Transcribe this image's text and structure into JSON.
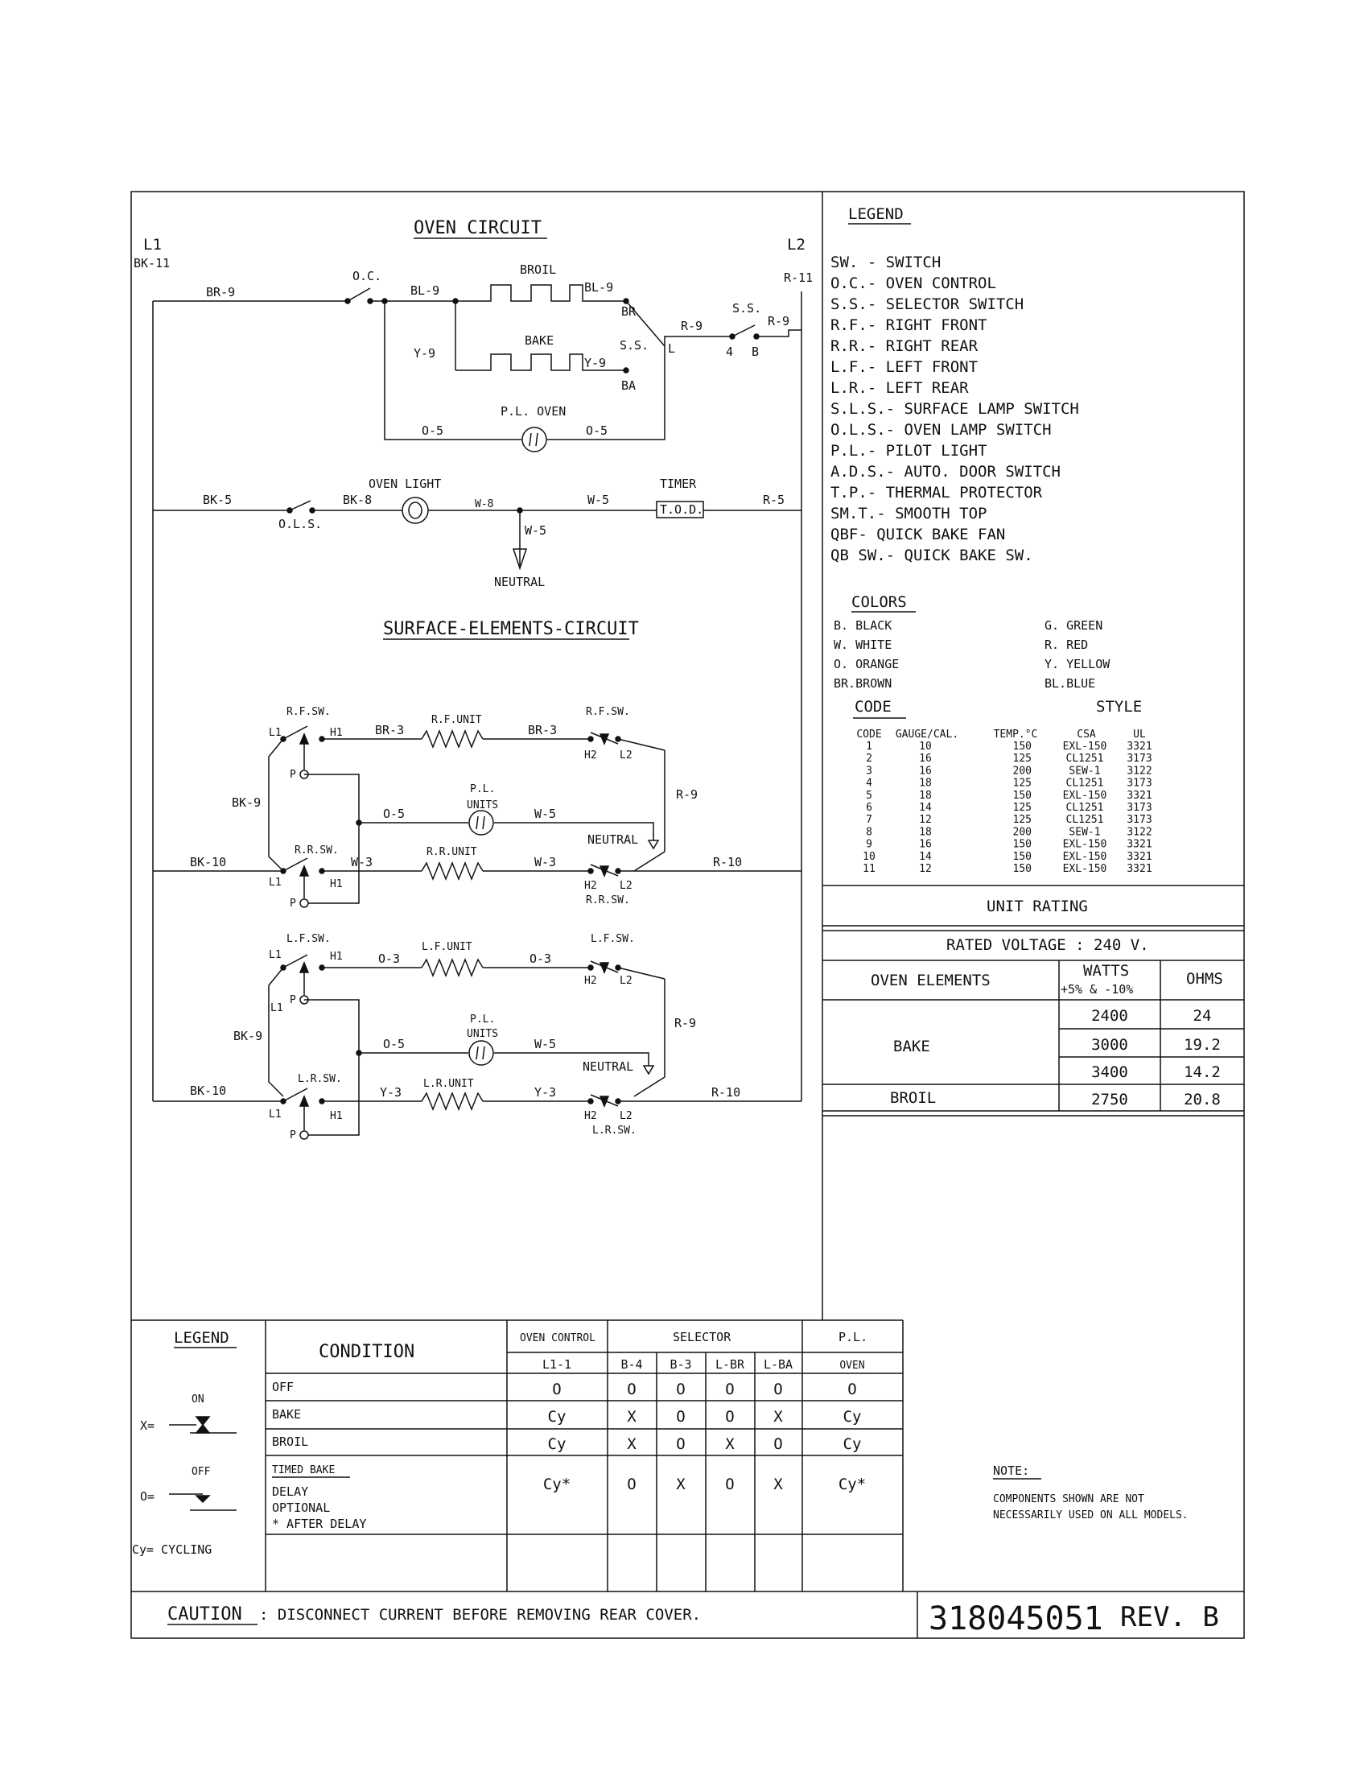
{
  "oven_circuit": {
    "title": "OVEN CIRCUIT",
    "l1": "L1",
    "l2": "L2",
    "bk11": "BK-11",
    "r11": "R-11",
    "br9": "BR-9",
    "oc": "O.C.",
    "bl9a": "BL-9",
    "broil": "BROIL",
    "bl9b": "BL-9",
    "br": "BR",
    "bake": "BAKE",
    "y9a": "Y-9",
    "y9b": "Y-9",
    "ba": "BA",
    "ss_small": "S.S.",
    "ss_l": "L",
    "ss": "S.S.",
    "r9a": "R-9",
    "r9b": "R-9",
    "four": "4",
    "b": "B",
    "pl_oven": "P.L. OVEN",
    "o5a": "O-5",
    "o5b": "O-5",
    "bk5": "BK-5",
    "ols": "O.L.S.",
    "bk8": "BK-8",
    "oven_light": "OVEN LIGHT",
    "w8": "W-8",
    "w5a": "W-5",
    "timer": "TIMER",
    "tod": "T.O.D.",
    "r5": "R-5",
    "w5b": "W-5",
    "neutral": "NEUTRAL"
  },
  "surface_circuit": {
    "title": "SURFACE-ELEMENTS-CIRCUIT",
    "rfsw_a": "R.F.SW.",
    "rfsw_b": "R.F.SW.",
    "rf_unit": "R.F.UNIT",
    "br3a": "BR-3",
    "br3b": "BR-3",
    "l1": "L1",
    "h1": "H1",
    "h2": "H2",
    "l2": "L2",
    "p": "P",
    "pl_units_a": "P.L.",
    "pl_units_b": "UNITS",
    "o5": "O-5",
    "w5": "W-5",
    "r9": "R-9",
    "bk9": "BK-9",
    "neutral": "NEUTRAL",
    "rrsw_a": "R.R.SW.",
    "rrsw_b": "R.R.SW.",
    "rr_unit": "R.R.UNIT",
    "bk10": "BK-10",
    "w3a": "W-3",
    "w3b": "W-3",
    "r10": "R-10",
    "lfsw_a": "L.F.SW.",
    "lfsw_b": "L.F.SW.",
    "lf_unit": "L.F.UNIT",
    "o3a": "O-3",
    "o3b": "O-3",
    "lrsw_a": "L.R.SW.",
    "lrsw_b": "L.R.SW.",
    "lr_unit": "L.R.UNIT",
    "y3a": "Y-3",
    "y3b": "Y-3"
  },
  "legend": {
    "title": "LEGEND",
    "items": [
      "SW. - SWITCH",
      "O.C.- OVEN CONTROL",
      "S.S.- SELECTOR SWITCH",
      "R.F.- RIGHT FRONT",
      "R.R.- RIGHT REAR",
      "L.F.- LEFT FRONT",
      "L.R.- LEFT REAR",
      "S.L.S.- SURFACE LAMP SWITCH",
      "O.L.S.- OVEN LAMP SWITCH",
      "P.L.- PILOT LIGHT",
      "A.D.S.- AUTO. DOOR SWITCH",
      "T.P.- THERMAL PROTECTOR",
      "SM.T.- SMOOTH TOP",
      "QBF- QUICK BAKE FAN",
      "QB SW.- QUICK BAKE SW."
    ]
  },
  "colors": {
    "title": "COLORS",
    "left": [
      "B. BLACK",
      "W. WHITE",
      "O. ORANGE",
      "BR.BROWN"
    ],
    "right": [
      "G. GREEN",
      "R. RED",
      "Y. YELLOW",
      "BL.BLUE"
    ]
  },
  "code_table": {
    "code_title": "CODE",
    "style_title": "STYLE",
    "headers": [
      "CODE",
      "GAUGE/CAL.",
      "TEMP.°C",
      "CSA",
      "UL"
    ],
    "rows": [
      [
        "1",
        "10",
        "150",
        "EXL-150",
        "3321"
      ],
      [
        "2",
        "16",
        "125",
        "CL1251",
        "3173"
      ],
      [
        "3",
        "16",
        "200",
        "SEW-1",
        "3122"
      ],
      [
        "4",
        "18",
        "125",
        "CL1251",
        "3173"
      ],
      [
        "5",
        "18",
        "150",
        "EXL-150",
        "3321"
      ],
      [
        "6",
        "14",
        "125",
        "CL1251",
        "3173"
      ],
      [
        "7",
        "12",
        "125",
        "CL1251",
        "3173"
      ],
      [
        "8",
        "18",
        "200",
        "SEW-1",
        "3122"
      ],
      [
        "9",
        "16",
        "150",
        "EXL-150",
        "3321"
      ],
      [
        "10",
        "14",
        "150",
        "EXL-150",
        "3321"
      ],
      [
        "11",
        "12",
        "150",
        "EXL-150",
        "3321"
      ]
    ]
  },
  "unit_rating": {
    "title": "UNIT RATING",
    "rated_voltage": "RATED VOLTAGE : 240 V.",
    "col_elements": "OVEN ELEMENTS",
    "col_watts_a": "WATTS",
    "col_watts_b": "+5% & -10%",
    "col_ohms": "OHMS",
    "bake": "BAKE",
    "broil": "BROIL",
    "bake_rows": [
      [
        "2400",
        "24"
      ],
      [
        "3000",
        "19.2"
      ],
      [
        "3400",
        "14.2"
      ]
    ],
    "broil_row": [
      "2750",
      "20.8"
    ]
  },
  "cond_legend": {
    "title": "LEGEND",
    "on": "ON",
    "off": "OFF",
    "x": "X=",
    "o": "O=",
    "cy": "Cy= CYCLING"
  },
  "condition_table": {
    "condition": "CONDITION",
    "oven_control": "OVEN CONTROL",
    "selector": "SELECTOR",
    "pl": "P.L.",
    "sub": [
      "L1-1",
      "B-4",
      "B-3",
      "L-BR",
      "L-BA",
      "OVEN"
    ],
    "rows": [
      {
        "label": "OFF",
        "values": [
          "O",
          "O",
          "O",
          "O",
          "O",
          "O"
        ]
      },
      {
        "label": "BAKE",
        "values": [
          "Cy",
          "X",
          "O",
          "O",
          "X",
          "Cy"
        ]
      },
      {
        "label": "BROIL",
        "values": [
          "Cy",
          "X",
          "O",
          "X",
          "O",
          "Cy"
        ]
      }
    ],
    "timed": {
      "title": "TIMED BAKE",
      "line1": "DELAY",
      "line2": "OPTIONAL",
      "line3": "* AFTER DELAY",
      "values": [
        "Cy*",
        "O",
        "X",
        "O",
        "X",
        "Cy*"
      ]
    }
  },
  "note": {
    "title": "NOTE:",
    "line1": "COMPONENTS SHOWN ARE NOT",
    "line2": "NECESSARILY USED ON ALL MODELS."
  },
  "caution": {
    "label": "CAUTION",
    "text": ": DISCONNECT CURRENT BEFORE REMOVING REAR COVER."
  },
  "part_number": "318045051",
  "revision": "REV. B"
}
